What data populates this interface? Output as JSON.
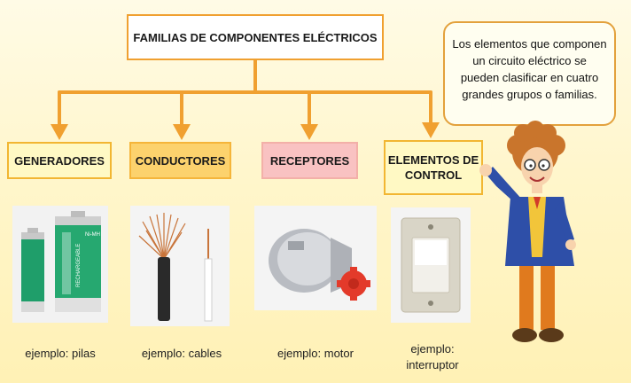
{
  "title": "FAMILIAS DE COMPONENTES ELÉCTRICOS",
  "speech": "Los elementos que componen un circuito eléctrico se pueden clasificar en cuatro grandes grupos o familias.",
  "categories": [
    {
      "name": "GENERADORES",
      "example": "ejemplo: pilas"
    },
    {
      "name": "CONDUCTORES",
      "example": "ejemplo: cables"
    },
    {
      "name": "RECEPTORES",
      "example": "ejemplo: motor"
    },
    {
      "name_line1": "ELEMENTOS DE",
      "name_line2": "CONTROL",
      "example_line1": "ejemplo:",
      "example_line2": "interruptor"
    }
  ],
  "battery_label": "Ni-MH",
  "battery_text": "RECHARGEABLE",
  "colors": {
    "arrow": "#f0a030",
    "accent": "#f5b53a"
  }
}
